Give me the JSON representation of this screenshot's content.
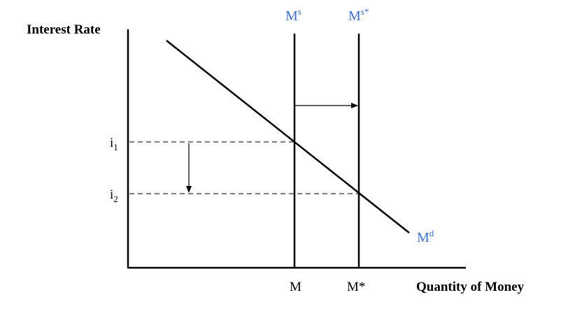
{
  "axes": {
    "y_title": "Interest Rate",
    "x_title": "Quantity of Money"
  },
  "y_ticks": {
    "i1": {
      "base": "i",
      "sub": "1"
    },
    "i2": {
      "base": "i",
      "sub": "2"
    }
  },
  "x_ticks": {
    "m": "M",
    "m_star": "M*"
  },
  "curves": {
    "ms": {
      "base": "M",
      "sup": "s"
    },
    "ms_star": {
      "base": "M",
      "sup": "s*"
    },
    "md": {
      "base": "M",
      "sup": "d"
    }
  },
  "colors": {
    "curve_label": "#3a6fd8",
    "lines": "#000000"
  }
}
